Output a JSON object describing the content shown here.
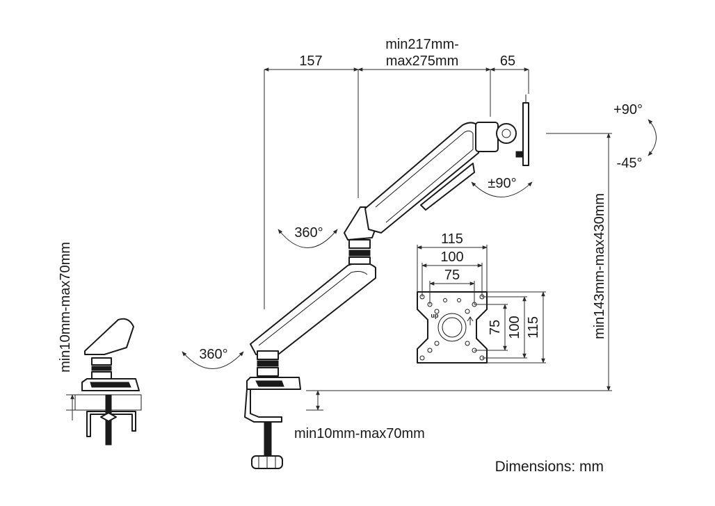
{
  "labels": {
    "dim_157": "157",
    "dim_arm_min": "min217mm-",
    "dim_arm_max": "max275mm",
    "dim_65": "65",
    "tilt_up": "+90°",
    "tilt_down": "-45°",
    "rotate_90": "±90°",
    "swivel_top": "360°",
    "swivel_bottom": "360°",
    "height_range": "min143mm-max430mm",
    "clamp_range_side": "min10mm-max70mm",
    "clamp_range_bottom": "min10mm-max70mm",
    "vesa_115_top": "115",
    "vesa_100_top": "100",
    "vesa_75_top": "75",
    "vesa_75_side": "75",
    "vesa_100_side": "100",
    "vesa_115_side": "115",
    "vesa_up": "up",
    "units_note": "Dimensions: mm"
  },
  "colors": {
    "line": "#1a1a1a",
    "background": "#ffffff"
  }
}
